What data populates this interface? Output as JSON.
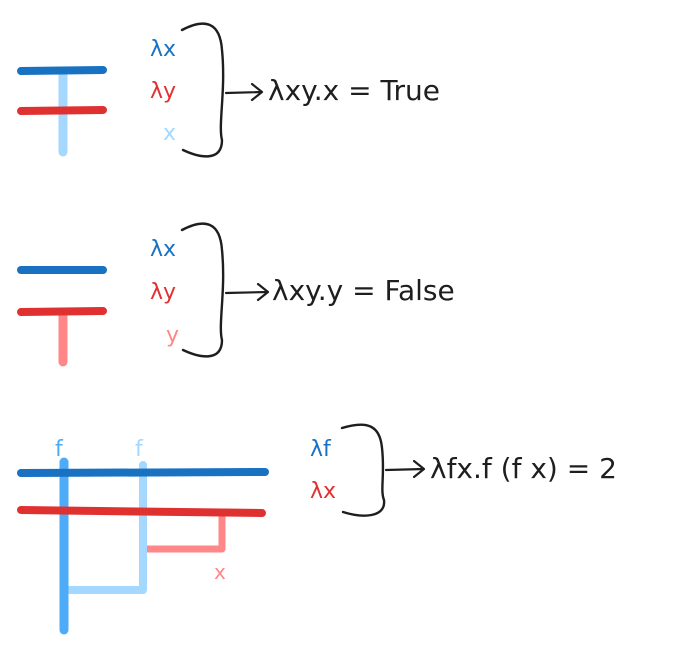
{
  "colors": {
    "dark_blue": "#1971c2",
    "light_blue": "#a5d8ff",
    "mid_blue": "#4dabf7",
    "red": "#e03131",
    "light_red": "#ff8787",
    "ink": "#1e1e1e"
  },
  "diagrams": [
    {
      "labels": [
        "λx",
        "λy",
        "x"
      ],
      "result": "λxy.x = True"
    },
    {
      "labels": [
        "λx",
        "λy",
        "y"
      ],
      "result": "λxy.y = False"
    },
    {
      "labels": [
        "λf",
        "λx"
      ],
      "small_labels": [
        "f",
        "f",
        "x"
      ],
      "result": "λfx.f (f x) = 2"
    }
  ]
}
